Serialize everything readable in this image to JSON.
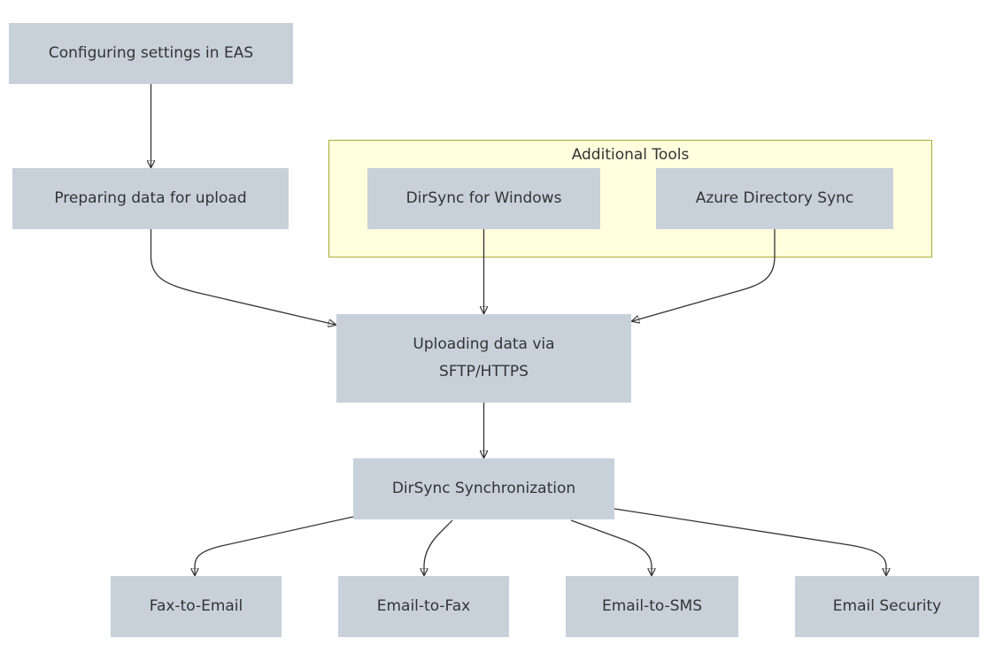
{
  "diagram": {
    "cluster": {
      "title": "Additional Tools"
    },
    "nodes": {
      "config": "Configuring settings in EAS",
      "prepare": "Preparing data for upload",
      "dirsync_windows": "DirSync for Windows",
      "azure": "Azure Directory Sync",
      "upload": "Uploading data via SFTP/HTTPS",
      "sync": "DirSync Synchronization",
      "fax_to_email": "Fax-to-Email",
      "email_to_fax": "Email-to-Fax",
      "email_to_sms": "Email-to-SMS",
      "email_security": "Email Security"
    },
    "edges": [
      {
        "from": "config",
        "to": "prepare"
      },
      {
        "from": "prepare",
        "to": "upload"
      },
      {
        "from": "dirsync_windows",
        "to": "upload"
      },
      {
        "from": "azure",
        "to": "upload"
      },
      {
        "from": "upload",
        "to": "sync"
      },
      {
        "from": "sync",
        "to": "fax_to_email"
      },
      {
        "from": "sync",
        "to": "email_to_fax"
      },
      {
        "from": "sync",
        "to": "email_to_sms"
      },
      {
        "from": "sync",
        "to": "email_security"
      }
    ],
    "colors": {
      "node_fill": "#c8d1da",
      "cluster_fill": "#ffffde",
      "cluster_border": "#aaaa33",
      "edge": "#333333"
    }
  }
}
